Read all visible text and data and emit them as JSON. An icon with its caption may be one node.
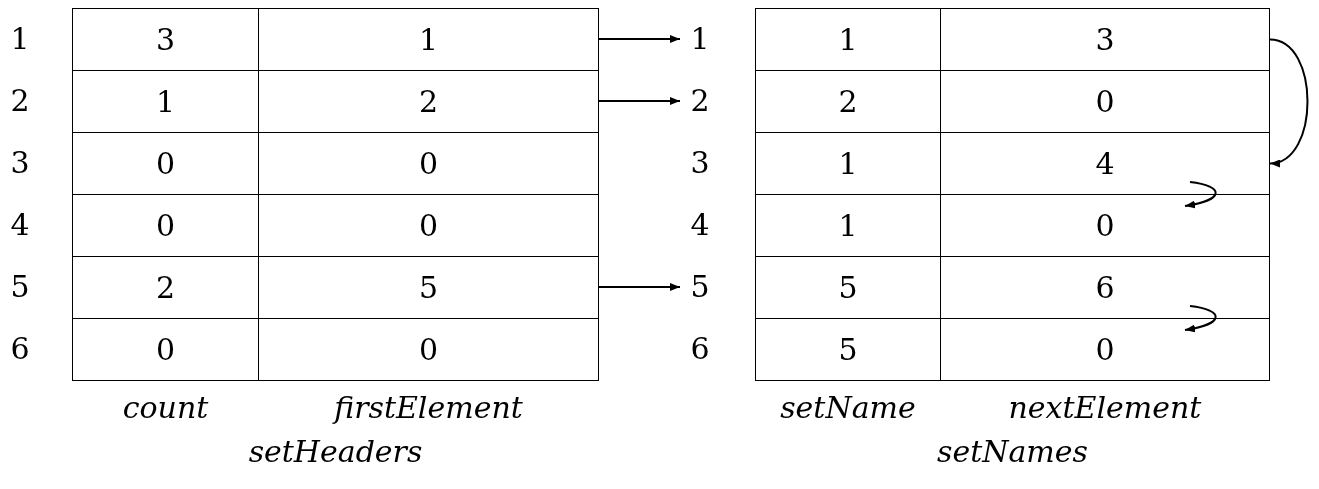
{
  "diagram": {
    "nodes": [
      {
        "text": [
          "3"
        ]
      },
      {
        "text": [
          "1"
        ]
      },
      {
        "text": [
          "1"
        ]
      },
      {
        "text": [
          "2"
        ]
      },
      {
        "text": [
          "0"
        ]
      },
      {
        "text": [
          "0"
        ]
      },
      {
        "text": [
          "0"
        ]
      },
      {
        "text": [
          "0"
        ]
      },
      {
        "text": [
          "2"
        ]
      },
      {
        "text": [
          "5"
        ]
      },
      {
        "text": [
          "0"
        ]
      },
      {
        "text": [
          "0"
        ]
      },
      {
        "text": [
          "1"
        ]
      },
      {
        "text": [
          "2"
        ]
      },
      {
        "text": [
          "5"
        ]
      },
      {
        "text": [
          "1"
        ]
      },
      {
        "text": [
          "3"
        ]
      },
      {
        "text": [
          "2"
        ]
      },
      {
        "text": [
          "0"
        ]
      },
      {
        "text": [
          "1"
        ]
      },
      {
        "text": [
          "4"
        ]
      },
      {
        "text": [
          "1"
        ]
      },
      {
        "text": [
          "0"
        ]
      },
      {
        "text": [
          "5"
        ]
      },
      {
        "text": [
          "6"
        ]
      },
      {
        "text": [
          "5"
        ]
      },
      {
        "text": [
          "0"
        ]
      }
    ],
    "edges": [
      {
        "from": 1,
        "to": 12,
        "arrow": "to"
      },
      {
        "from": 3,
        "to": 13,
        "arrow": "to"
      },
      {
        "from": 9,
        "to": 14,
        "arrow": "to"
      },
      {
        "from": 16,
        "to": 20,
        "arrow": "to"
      },
      {
        "from": 20,
        "to": 22,
        "arrow": "to"
      },
      {
        "from": 24,
        "to": 26,
        "arrow": "to"
      }
    ],
    "labels": [
      "1",
      "2",
      "3",
      "4",
      "5",
      "6",
      "3",
      "4",
      "6",
      "count",
      "firstElement",
      "setHeaders",
      "setName",
      "nextElement",
      "setNames"
    ]
  }
}
